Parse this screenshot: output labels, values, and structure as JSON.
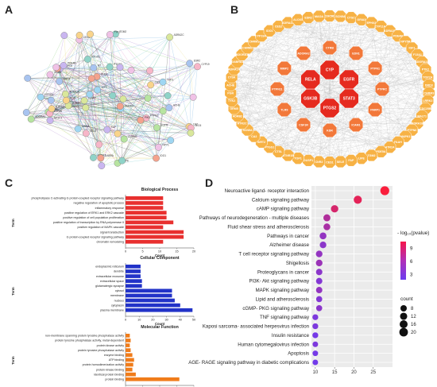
{
  "panels": {
    "a": "A",
    "b": "B",
    "c": "C",
    "d": "D"
  },
  "network_a": {
    "labels": [
      "HTR1B",
      "PTPRZ",
      "TRH",
      "CA2",
      "TRPC6",
      "ADRA2",
      "ALOX",
      "ADRA1A",
      "NT",
      "GRM5",
      "CHRM1",
      "CYP19",
      "EGFR",
      "CA2",
      "NR3C1",
      "PTGS1",
      "IDO1",
      "HTR2C",
      "DRD2",
      "NPY1",
      "MAOA",
      "SLC6",
      "MAPK",
      "KDR",
      "PDE4B",
      "TGM2",
      "PIK3",
      "F13A1",
      "ACHE",
      "CES1",
      "TOP1",
      "TOP2A",
      "ADORA1",
      "HTR1A",
      "FAP",
      "PTGS2",
      "GABRA",
      "ADRA2C",
      "ESR2",
      "TYK2",
      "IGF1",
      "SELE",
      "CHRM3"
    ]
  },
  "network_b": {
    "hubs": [
      "CYP",
      "EGFR",
      "STAT3",
      "PTGS2",
      "GSK3B",
      "RELA"
    ],
    "mid": [
      "EDN1",
      "PTPN1",
      "PTPRC",
      "PARP1",
      "ICAM1",
      "KDR",
      "CSF1R",
      "TLR9",
      "PTPN11",
      "MMP2",
      "ADORA2",
      "CTRB"
    ],
    "outer": [
      "CDK5R1",
      "SCN5A",
      "CTSC",
      "GRIA3",
      "EPHX2",
      "CYP11A1",
      "ADRA2B",
      "PDE4B",
      "NPY5R",
      "IGF1",
      "F13A1",
      "ADORA2A",
      "PTK2",
      "TOP2A",
      "DRD3",
      "CHRM3",
      "LRRK2",
      "CDC25B",
      "MALT1",
      "ADRA1B",
      "PTPN6",
      "MAPK1",
      "FAAH",
      "HTR2A",
      "PDE5A",
      "TGM2",
      "LIPE",
      "FAP",
      "SELE",
      "CES1",
      "CNR2",
      "DUSP1",
      "TOP1",
      "MTNR1B",
      "CTSL",
      "PTGS1",
      "SIRT2",
      "CA2",
      "SCN9A",
      "HTR2C",
      "ADRB2",
      "GRM5",
      "TYK2",
      "PGR",
      "ACHE",
      "CTSK",
      "ADRA1A",
      "GABRA1",
      "ADORA1",
      "CHRM2",
      "CHRM1",
      "CYP19A1",
      "IDO1",
      "CES2",
      "ADRA2A",
      "ALOX5",
      "ESR2",
      "MAOA"
    ]
  },
  "go": {
    "y_axis": "Term",
    "x_axis": "Count",
    "bp": {
      "title": "Biological Process",
      "terms": [
        "phospholipase C-activating G protein-coupled receptor signaling pathway",
        "negative regulation of apoptotic process",
        "inflammatory response",
        "positive regulation of ERK1 and ERK2 cascade",
        "positive regulation of cell population proliferation",
        "positive regulation of transcription by RNA polymerase II",
        "positive regulation of MAPK cascade",
        "signal transduction",
        "G protein-coupled receptor signaling pathway",
        "chromatin remodeling"
      ],
      "values": [
        11,
        11,
        11,
        12,
        12,
        14,
        11,
        17,
        17,
        11
      ],
      "ticks": [
        "0",
        "5",
        "10",
        "15",
        "20"
      ],
      "max": 20
    },
    "cc": {
      "title": "Cellular Component",
      "terms": [
        "endoplasmic reticulum",
        "dendrite",
        "extracellular exosome",
        "extracellular space",
        "glutamatergic synapse",
        "cytosol",
        "membrane",
        "nucleus",
        "cytoplasm",
        "plasma membrane"
      ],
      "values": [
        11,
        11,
        11,
        12,
        12,
        34,
        34,
        36,
        40,
        49
      ],
      "ticks": [
        "0",
        "10",
        "20",
        "30",
        "40",
        "50"
      ],
      "max": 50
    },
    "mf": {
      "title": "Molecular Function",
      "terms": [
        "non-membrane spanning protein tyrosine phosphatase activity",
        "protein tyrosine phosphatase activity, metal-dependent",
        "protein kinase activity",
        "protein tyrosine phosphatase activity",
        "enzyme binding",
        "ATP binding",
        "protein homodimerization activity",
        "protein kinase binding",
        "identical protein binding",
        "protein binding"
      ],
      "values": [
        5,
        6,
        5,
        6,
        8,
        10,
        9,
        8,
        12,
        63
      ],
      "ticks": [
        "0",
        "20",
        "40",
        "60",
        "80"
      ],
      "max": 80
    }
  },
  "chart_data": {
    "type": "scatter",
    "categories": [
      "Neuroactive ligand- receptor interaction",
      "Calcium signaling pathway",
      "cAMP signaling pathway",
      "Pathways of neurodegeneration - multiple diseases",
      "Fluid shear stress and atherosclerosis",
      "Pathways in cancer",
      "Alzheimer disease",
      "T cell receptor signaling pathway",
      "Shigellosis",
      "Proteoglycans in cancer",
      "PI3K- Akt signaling pathway",
      "MAPK signaling pathway",
      "Lipid and atherosclerosis",
      "cGMP- PKG signaling pathway",
      "TNF signaling pathway",
      "Kaposi sarcoma- associated herpesvirus infection",
      "Insulin resistance",
      "Human cytomegalovirus infection",
      "Apoptosis",
      "AGE- RAGE signaling pathway in diabetic complications"
    ],
    "x": [
      28,
      21,
      15,
      13,
      13,
      12,
      12,
      11,
      11,
      11,
      11,
      11,
      11,
      11,
      10,
      10,
      10,
      10,
      10,
      10
    ],
    "count": [
      22,
      17,
      13,
      11,
      10,
      10,
      9,
      9,
      9,
      8,
      8,
      8,
      7,
      7,
      6,
      6,
      6,
      5,
      5,
      5
    ],
    "neglog10p": [
      11,
      9.5,
      8.5,
      6,
      5.5,
      4,
      3.5,
      4,
      4.5,
      3.5,
      3,
      4,
      3,
      3.5,
      2.5,
      2.5,
      2,
      2.5,
      2,
      1.8
    ],
    "xticks": [
      "10",
      "15",
      "20",
      "25"
    ],
    "xlim": [
      9,
      30
    ],
    "legend_color_title": "- log₁₀(pvalue)",
    "color_ticks": [
      "9",
      "6",
      "3"
    ],
    "color_range": [
      1.5,
      11
    ],
    "legend_size_title": "count",
    "size_ticks": [
      "8",
      "12",
      "16",
      "20"
    ],
    "legend_placement": "right"
  }
}
